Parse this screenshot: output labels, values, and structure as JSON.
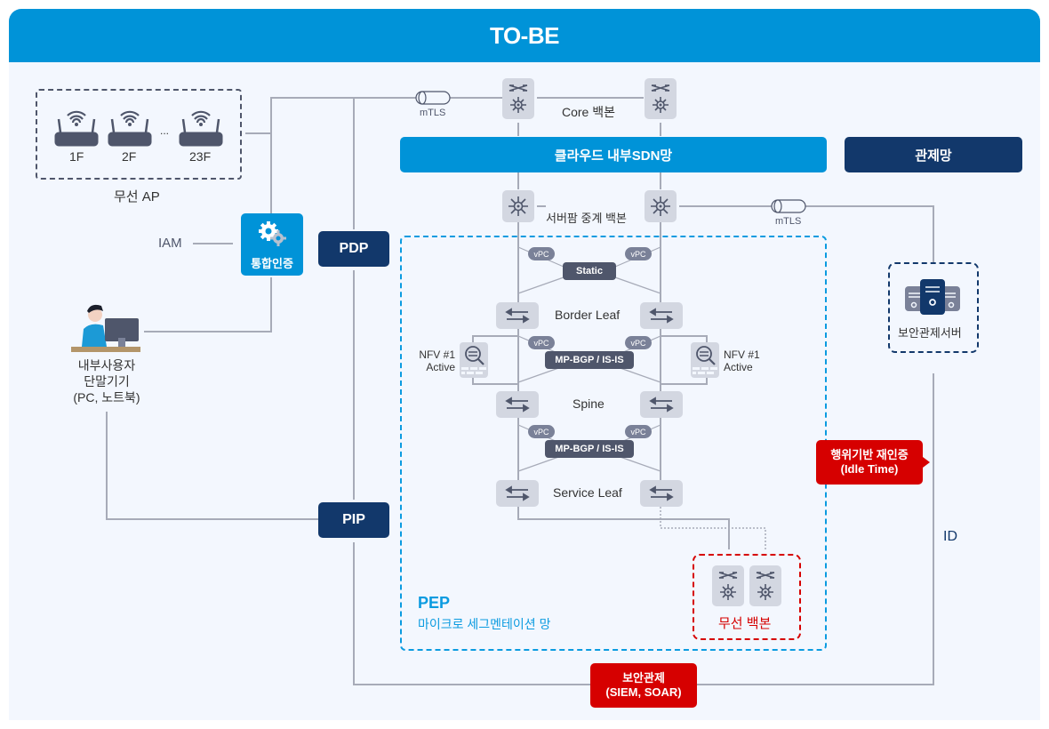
{
  "title": "TO-BE",
  "wireless_ap": {
    "group_label": "무선 AP",
    "floors": [
      "1F",
      "2F",
      "23F"
    ],
    "ellipsis": "..."
  },
  "iam": {
    "label": "IAM",
    "auth_label": "통합인증"
  },
  "user_terminal": {
    "lines": [
      "내부사용자",
      "단말기기",
      "(PC, 노트북)"
    ]
  },
  "policy": {
    "pdp": "PDP",
    "pip": "PIP"
  },
  "mtls": {
    "left": "mTLS",
    "right": "mTLS"
  },
  "core": {
    "label": "Core 백본",
    "sdn_bar": "클라우드 내부SDN망",
    "control_net": "관제망",
    "server_farm": "서버팜 중계 백본"
  },
  "fabric": {
    "vpc": "vPC",
    "static": "Static",
    "border_leaf": "Border Leaf",
    "spine": "Spine",
    "service_leaf": "Service Leaf",
    "protocol": "MP-BGP / IS-IS",
    "nfv_left": [
      "NFV #1",
      "Active"
    ],
    "nfv_right": [
      "NFV #1",
      "Active"
    ]
  },
  "pep": {
    "title": "PEP",
    "subtitle": "마이크로 세그멘테이션 망"
  },
  "wireless_backbone": {
    "label": "무선 백본"
  },
  "security_server": {
    "label": "보안관제서버"
  },
  "reauth": {
    "lines": [
      "행위기반 재인증",
      "(Idle Time)"
    ]
  },
  "id_label": "ID",
  "soc": {
    "lines": [
      "보안관제",
      "(SIEM, SOAR)"
    ]
  },
  "colors": {
    "primary_blue": "#0093d8",
    "navy": "#12386b",
    "alert_red": "#d60000",
    "device_gray": "#d3d7e1",
    "line_gray": "#a7abb8",
    "background": "#f3f7fe"
  }
}
